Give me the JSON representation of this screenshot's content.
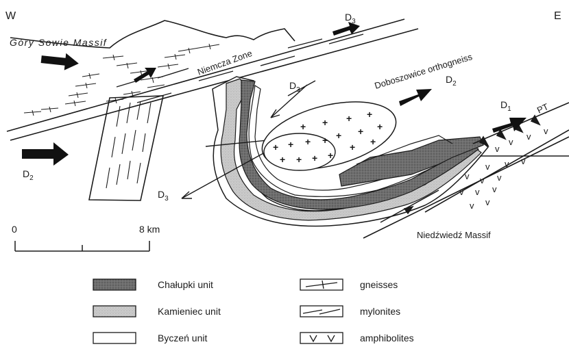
{
  "compass": {
    "west": "W",
    "east": "E"
  },
  "labels": {
    "gory_sowie": "Góry Sowie Massif",
    "niemcza": "Niemcza Zone",
    "doboszowice": "Doboszowice orthogneiss",
    "niedzwiedz": "Niedźwiedź Massif",
    "pt": "PT"
  },
  "deformation": {
    "d1": {
      "base": "D",
      "sub": "1"
    },
    "d2_left": {
      "base": "D",
      "sub": "2"
    },
    "d2_right": {
      "base": "D",
      "sub": "2"
    },
    "d3_top": {
      "base": "D",
      "sub": "3"
    },
    "d3_mid": {
      "base": "D",
      "sub": "3"
    },
    "d3_low": {
      "base": "D",
      "sub": "3"
    }
  },
  "scale": {
    "start": "0",
    "end": "8 km"
  },
  "legend": {
    "left": [
      {
        "label": "Chałupki unit",
        "fill": "#6e6e6e"
      },
      {
        "label": "Kamieniec unit",
        "fill": "#c9c9c9"
      },
      {
        "label": "Byczeń unit",
        "fill": "#ffffff"
      }
    ],
    "right": [
      {
        "label": "gneisses",
        "symbol": "gneiss-symbol"
      },
      {
        "label": "mylonites",
        "symbol": "mylonite-symbol"
      },
      {
        "label": "amphibolites",
        "symbol": "amphibolite-symbol"
      }
    ]
  }
}
